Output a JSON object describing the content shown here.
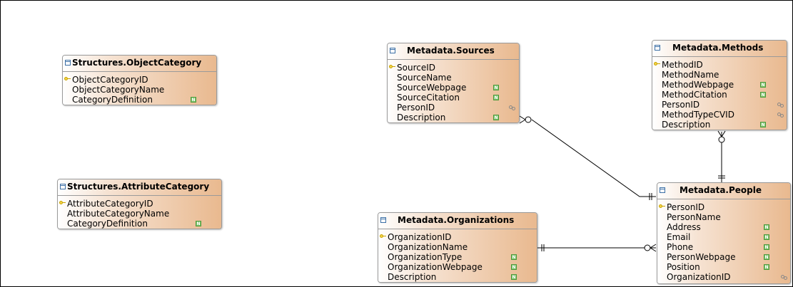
{
  "entities": [
    {
      "id": "structures-objectcategory",
      "title": "Structures.ObjectCategory",
      "columns": [
        {
          "name": "ObjectCategoryID",
          "key": true,
          "badge": ""
        },
        {
          "name": "ObjectCategoryName",
          "key": false,
          "badge": ""
        },
        {
          "name": "CategoryDefinition",
          "key": false,
          "badge": "N"
        }
      ]
    },
    {
      "id": "structures-attributecategory",
      "title": "Structures.AttributeCategory",
      "columns": [
        {
          "name": "AttributeCategoryID",
          "key": true,
          "badge": ""
        },
        {
          "name": "AttributeCategoryName",
          "key": false,
          "badge": ""
        },
        {
          "name": "CategoryDefinition",
          "key": false,
          "badge": "N"
        }
      ]
    },
    {
      "id": "metadata-sources",
      "title": "Metadata.Sources",
      "columns": [
        {
          "name": "SourceID",
          "key": true,
          "badge": ""
        },
        {
          "name": "SourceName",
          "key": false,
          "badge": ""
        },
        {
          "name": "SourceWebpage",
          "key": false,
          "badge": "N"
        },
        {
          "name": "SourceCitation",
          "key": false,
          "badge": "N"
        },
        {
          "name": "PersonID",
          "key": false,
          "badge": "FK"
        },
        {
          "name": "Description",
          "key": false,
          "badge": "N"
        }
      ]
    },
    {
      "id": "metadata-methods",
      "title": "Metadata.Methods",
      "columns": [
        {
          "name": "MethodID",
          "key": true,
          "badge": ""
        },
        {
          "name": "MethodName",
          "key": false,
          "badge": ""
        },
        {
          "name": "MethodWebpage",
          "key": false,
          "badge": "N"
        },
        {
          "name": "MethodCitation",
          "key": false,
          "badge": "N"
        },
        {
          "name": "PersonID",
          "key": false,
          "badge": "FK"
        },
        {
          "name": "MethodTypeCVID",
          "key": false,
          "badge": "FK"
        },
        {
          "name": "Description",
          "key": false,
          "badge": "N"
        }
      ]
    },
    {
      "id": "metadata-organizations",
      "title": "Metadata.Organizations",
      "columns": [
        {
          "name": "OrganizationID",
          "key": true,
          "badge": ""
        },
        {
          "name": "OrganizationName",
          "key": false,
          "badge": ""
        },
        {
          "name": "OrganizationType",
          "key": false,
          "badge": "N"
        },
        {
          "name": "OrganizationWebpage",
          "key": false,
          "badge": "N"
        },
        {
          "name": "Description",
          "key": false,
          "badge": "N"
        }
      ]
    },
    {
      "id": "metadata-people",
      "title": "Metadata.People",
      "columns": [
        {
          "name": "PersonID",
          "key": true,
          "badge": ""
        },
        {
          "name": "PersonName",
          "key": false,
          "badge": ""
        },
        {
          "name": "Address",
          "key": false,
          "badge": "N"
        },
        {
          "name": "Email",
          "key": false,
          "badge": "N"
        },
        {
          "name": "Phone",
          "key": false,
          "badge": "N"
        },
        {
          "name": "PersonWebpage",
          "key": false,
          "badge": "N"
        },
        {
          "name": "Position",
          "key": false,
          "badge": "N"
        },
        {
          "name": "OrganizationID",
          "key": false,
          "badge": "FK"
        }
      ]
    }
  ],
  "relationships": [
    {
      "from": "metadata-people",
      "to": "metadata-sources",
      "from_cardinality": "one",
      "to_cardinality": "zero-or-many"
    },
    {
      "from": "metadata-people",
      "to": "metadata-methods",
      "from_cardinality": "one",
      "to_cardinality": "zero-or-many"
    },
    {
      "from": "metadata-organizations",
      "to": "metadata-people",
      "from_cardinality": "one",
      "to_cardinality": "zero-or-many"
    }
  ],
  "colors": {
    "header_gradient_start": "#ffffff",
    "header_gradient_end": "#e9b98f",
    "border": "#9a9a9a",
    "null_badge": "#7cc36a",
    "key_icon": "#f3d34a",
    "line": "#000000"
  }
}
